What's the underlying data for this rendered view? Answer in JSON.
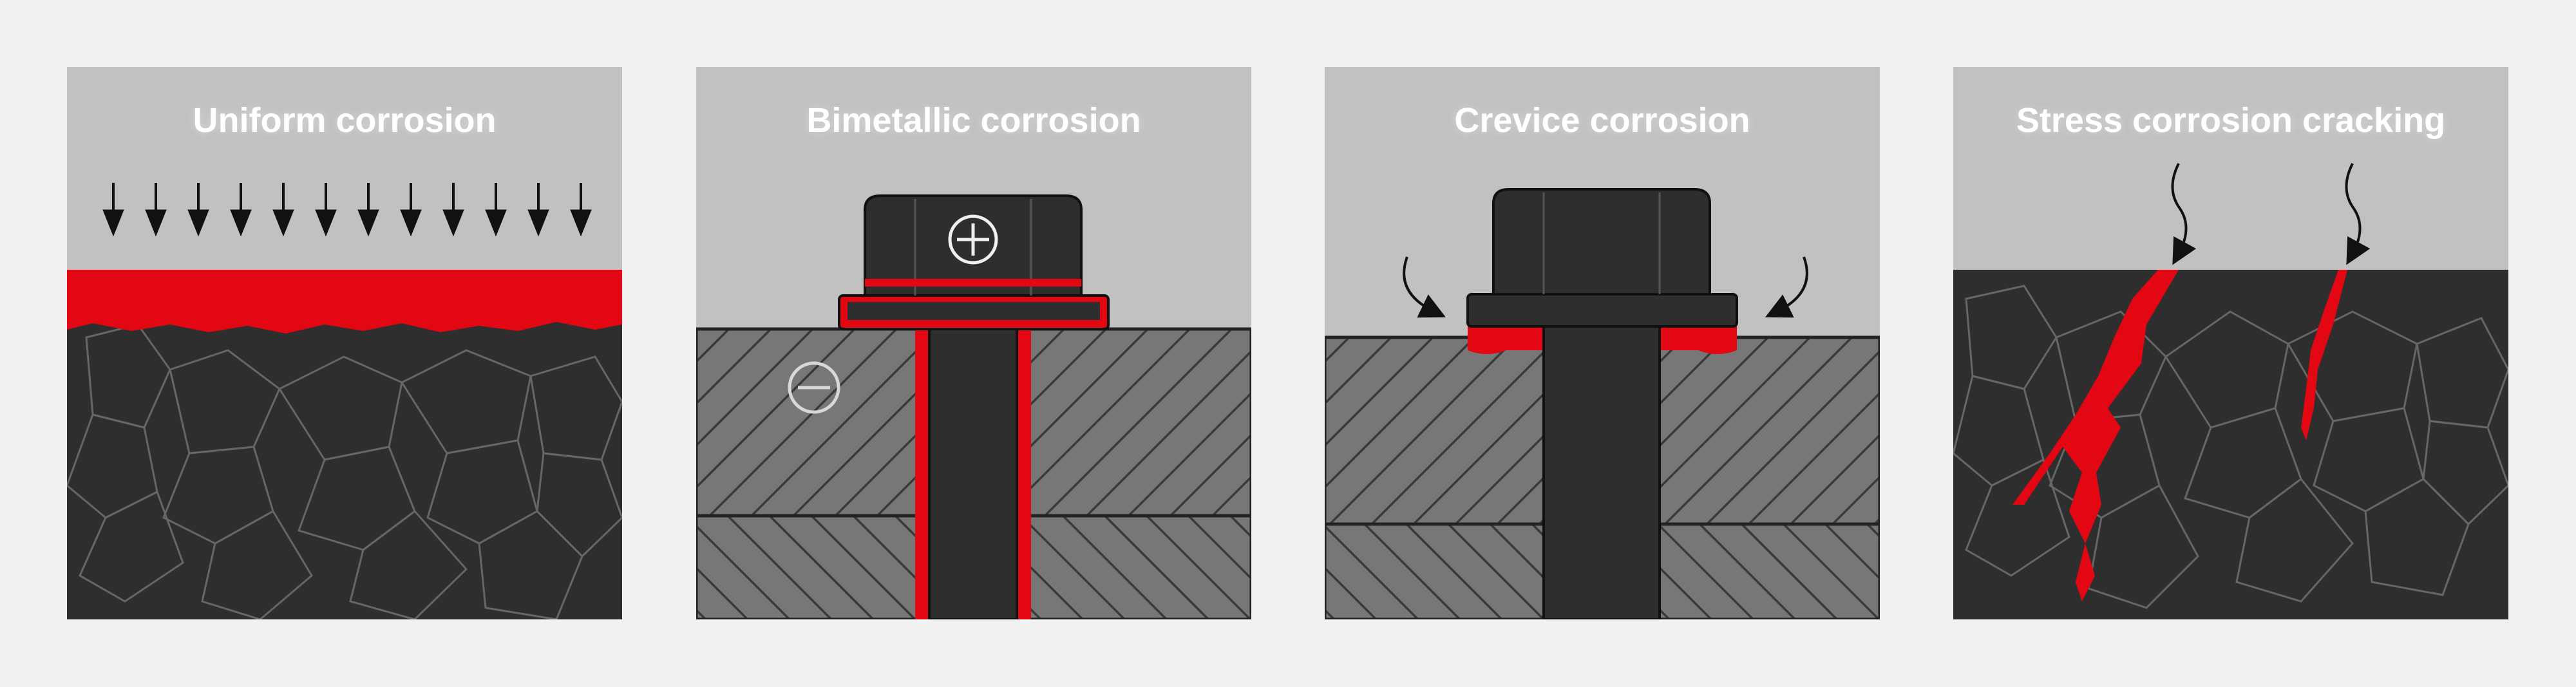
{
  "colors": {
    "background": "#f1f1f1",
    "panel_air": "#c1c1c1",
    "metal": "#2e2e2e",
    "metal_lines": "#5a5a5a",
    "corrosion": "#e30613",
    "hatch_fill": "#7a7a7a",
    "title_text": "#ffffff"
  },
  "panels": [
    {
      "title": "Uniform corrosion",
      "icon": "downward-arrows-icon"
    },
    {
      "title": "Bimetallic corrosion",
      "icon": "bolt-icon",
      "anode_symbol": "minus-circle-icon",
      "cathode_symbol": "plus-circle-icon"
    },
    {
      "title": "Crevice corrosion",
      "icon": "bolt-icon"
    },
    {
      "title": "Stress corrosion cracking",
      "icon": "wavy-arrow-icon"
    }
  ]
}
